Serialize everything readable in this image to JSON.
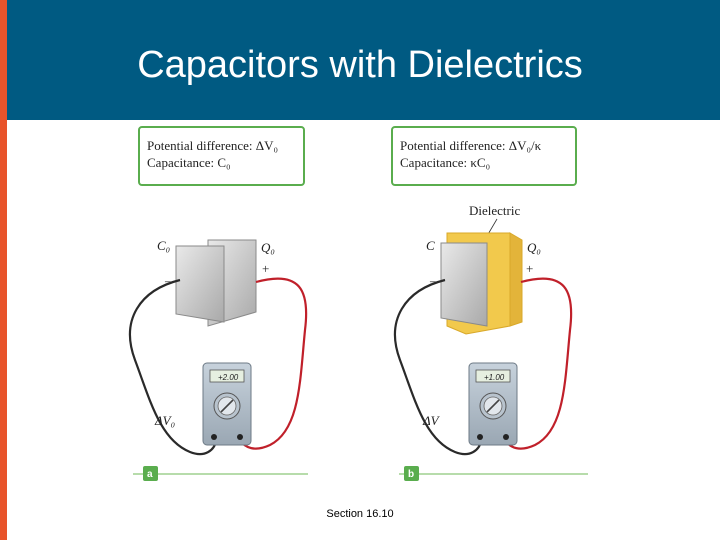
{
  "slide": {
    "title": "Capacitors with Dielectrics",
    "footer": "Section 16.10"
  },
  "panel_a": {
    "tag": "a",
    "box_line1": "Potential difference: ΔV₀",
    "box_line2": "Capacitance: C₀",
    "capacitance_label": "C₀",
    "charge_label": "Q₀",
    "minus": "–",
    "plus": "+",
    "meter_reading": "+2.00",
    "voltage_label": "ΔV₀"
  },
  "panel_b": {
    "tag": "b",
    "box_line1": "Potential difference: ΔV₀/κ",
    "box_line2": "Capacitance: κC₀",
    "dielectric_label": "Dielectric",
    "capacitance_label": "C",
    "charge_label": "Q₀",
    "minus": "–",
    "plus": "+",
    "meter_reading": "+1.00",
    "voltage_label": "ΔV"
  },
  "colors": {
    "header": "#005a82",
    "accent": "#e8542b",
    "callout_border": "#5aad4e",
    "dielectric": "#f2c94c",
    "wire_black": "#2a2a2a",
    "wire_red": "#c0202a"
  }
}
